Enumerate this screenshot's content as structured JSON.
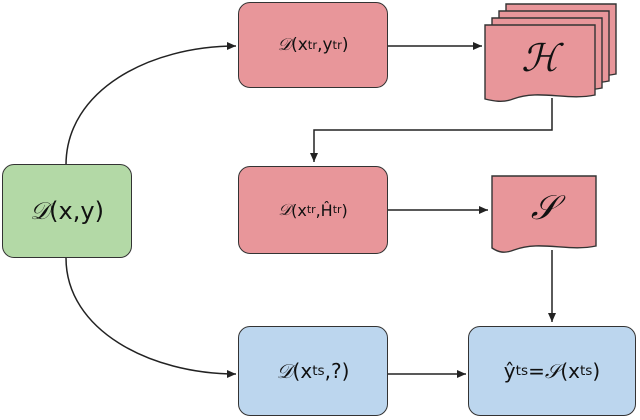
{
  "nodes": {
    "data_all": {
      "script": "𝒟",
      "open": "(",
      "args": "x,y",
      "close": ")"
    },
    "train": {
      "script": "𝒟",
      "open": "(",
      "a": "x",
      "a_sub": "tr",
      "sep": ",",
      "b": "y",
      "b_sub": "tr",
      "close": ")"
    },
    "train_hyp": {
      "script": "𝒟",
      "open": "(",
      "a": "x",
      "a_sub": "tr",
      "sep": ",",
      "b": "Ĥ",
      "b_sub": "tr",
      "close": ")"
    },
    "test": {
      "script": "𝒟",
      "open": "(",
      "a": "x",
      "a_sub": "ts",
      "rest": ",?)"
    },
    "predict": {
      "y": "ŷ",
      "y_sub": "ts",
      "eq": " = ",
      "s": "𝒮",
      "open": "(",
      "x": "x",
      "x_sub": "ts",
      "close": ")"
    }
  },
  "documents": {
    "hypothesis_stack": {
      "label": "ℋ"
    },
    "selected": {
      "label": "𝒮"
    }
  },
  "colors": {
    "green": "#b3d9a6",
    "red": "#e8969a",
    "blue": "#bcd6ee",
    "stroke": "#333333"
  }
}
